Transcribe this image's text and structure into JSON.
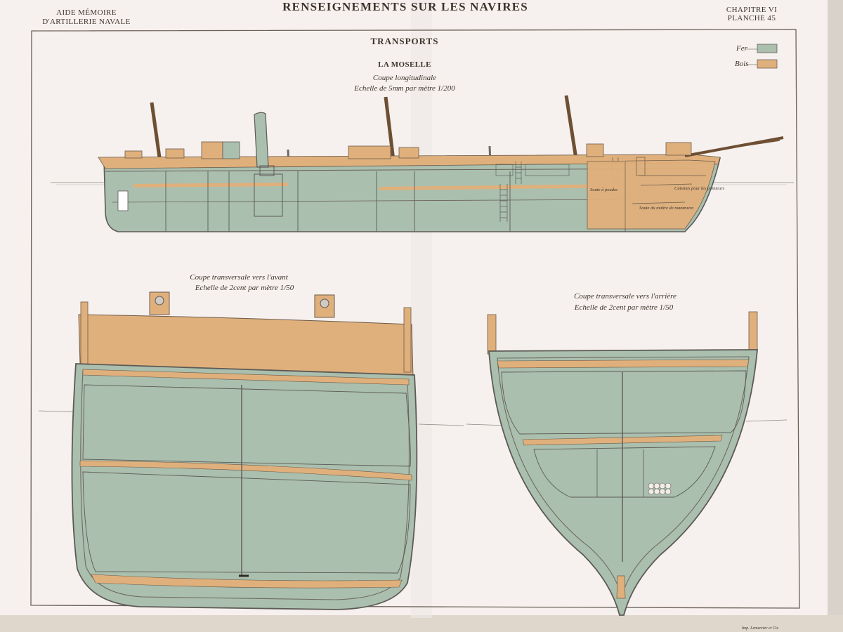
{
  "header": {
    "left_line1": "AIDE MÉMOIRE",
    "left_line2": "D'ARTILLERIE NAVALE",
    "center": "RENSEIGNEMENTS SUR LES NAVIRES",
    "right_line1": "CHAPITRE VI",
    "right_line2": "PLANCHE 45"
  },
  "section_title": "TRANSPORTS",
  "ship_name": "LA MOSELLE",
  "longitudinal": {
    "title": "Coupe longitudinale",
    "scale": "Echelle de 5mm par mètre 1/200",
    "labels": {
      "soute_maitre": "Soute du maître de manœuvre",
      "soute_poudre": "Soute à poudre",
      "cuisine": "Cuisines pour les pointeurs"
    }
  },
  "legend": {
    "iron_label": "Fer",
    "wood_label": "Bois",
    "iron_color": "#aabfae",
    "wood_color": "#e0b07c"
  },
  "section_fore": {
    "title": "Coupe transversale vers l'avant",
    "scale": "Echelle de 2cent par mètre 1/50"
  },
  "section_aft": {
    "title": "Coupe transversale vers l'arrière",
    "scale": "Echelle de 2cent par mètre 1/50"
  },
  "imprint": "Imp. Lemercier et Cie"
}
